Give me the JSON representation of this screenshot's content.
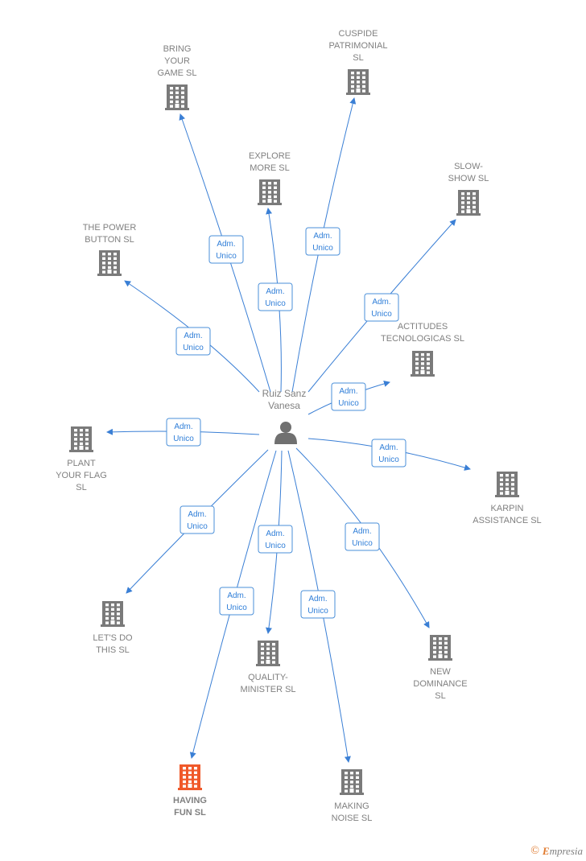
{
  "colors": {
    "edge": "#3a7fd5",
    "edge_label": "#2f7ed8",
    "building": "#7a7a7a",
    "building_highlight": "#f0592a",
    "person": "#707070",
    "text": "#808080"
  },
  "center": {
    "name_lines": [
      "Ruiz Sanz",
      "Vanesa"
    ],
    "icon": "person-icon"
  },
  "edge_label_lines": [
    "Adm.",
    "Unico"
  ],
  "companies": [
    {
      "id": "bring-your-game",
      "lines": [
        "BRING",
        "YOUR",
        "GAME  SL"
      ],
      "highlight": false
    },
    {
      "id": "cuspide-patrimonial",
      "lines": [
        "CUSPIDE",
        "PATRIMONIAL",
        "SL"
      ],
      "highlight": false
    },
    {
      "id": "explore-more",
      "lines": [
        "EXPLORE",
        "MORE  SL"
      ],
      "highlight": false
    },
    {
      "id": "slow-show",
      "lines": [
        "SLOW-",
        "SHOW  SL"
      ],
      "highlight": false
    },
    {
      "id": "the-power-button",
      "lines": [
        "THE POWER",
        "BUTTON  SL"
      ],
      "highlight": false
    },
    {
      "id": "actitudes-tecnologicas",
      "lines": [
        "ACTITUDES",
        "TECNOLOGICAS SL"
      ],
      "highlight": false
    },
    {
      "id": "plant-your-flag",
      "lines": [
        "PLANT",
        "YOUR FLAG",
        "SL"
      ],
      "highlight": false
    },
    {
      "id": "karpin-assistance",
      "lines": [
        "KARPIN",
        "ASSISTANCE SL"
      ],
      "highlight": false
    },
    {
      "id": "lets-do-this",
      "lines": [
        "LET'S DO",
        "THIS  SL"
      ],
      "highlight": false
    },
    {
      "id": "quality-minister",
      "lines": [
        "QUALITY-",
        "MINISTER  SL"
      ],
      "highlight": false
    },
    {
      "id": "new-dominance",
      "lines": [
        "NEW",
        "DOMINANCE",
        "SL"
      ],
      "highlight": false
    },
    {
      "id": "having-fun",
      "lines": [
        "HAVING",
        "FUN  SL"
      ],
      "highlight": true
    },
    {
      "id": "making-noise",
      "lines": [
        "MAKING",
        "NOISE  SL"
      ],
      "highlight": false
    }
  ],
  "footer": {
    "copyright_symbol": "©",
    "brand_initial": "E",
    "brand_rest": "mpresia"
  }
}
